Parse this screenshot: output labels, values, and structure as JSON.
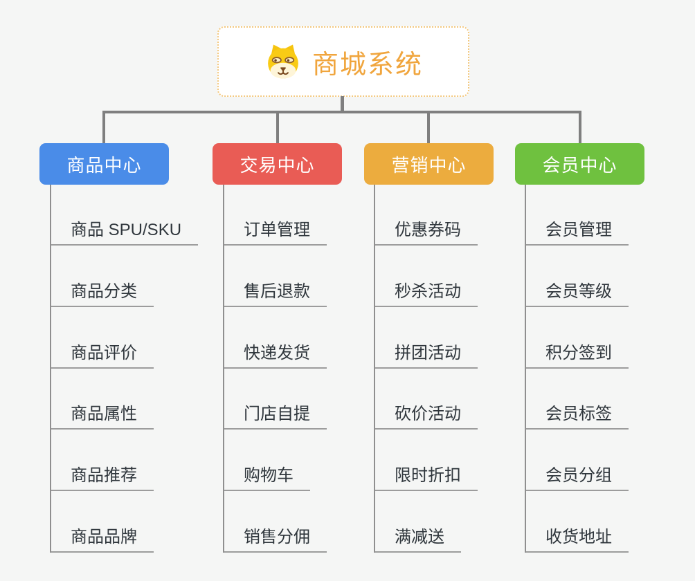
{
  "canvas": {
    "background": "#f5f6f5",
    "connector_color": "#7f7f7f"
  },
  "root": {
    "title": "商城系统",
    "icon": "shiba-dog-face-icon",
    "title_color": "#f0a53d",
    "border_color": "#f3c87e"
  },
  "branches": [
    {
      "id": "product-center",
      "label": "商品中心",
      "color": "#4a8ce8",
      "children": [
        "商品 SPU/SKU",
        "商品分类",
        "商品评价",
        "商品属性",
        "商品推荐",
        "商品品牌"
      ]
    },
    {
      "id": "trade-center",
      "label": "交易中心",
      "color": "#e95c55",
      "children": [
        "订单管理",
        "售后退款",
        "快递发货",
        "门店自提",
        "购物车",
        "销售分佣"
      ]
    },
    {
      "id": "marketing-center",
      "label": "营销中心",
      "color": "#ecac3e",
      "children": [
        "优惠券码",
        "秒杀活动",
        "拼团活动",
        "砍价活动",
        "限时折扣",
        "满减送"
      ]
    },
    {
      "id": "member-center",
      "label": "会员中心",
      "color": "#6fc13f",
      "children": [
        "会员管理",
        "会员等级",
        "积分签到",
        "会员标签",
        "会员分组",
        "收货地址"
      ]
    }
  ]
}
